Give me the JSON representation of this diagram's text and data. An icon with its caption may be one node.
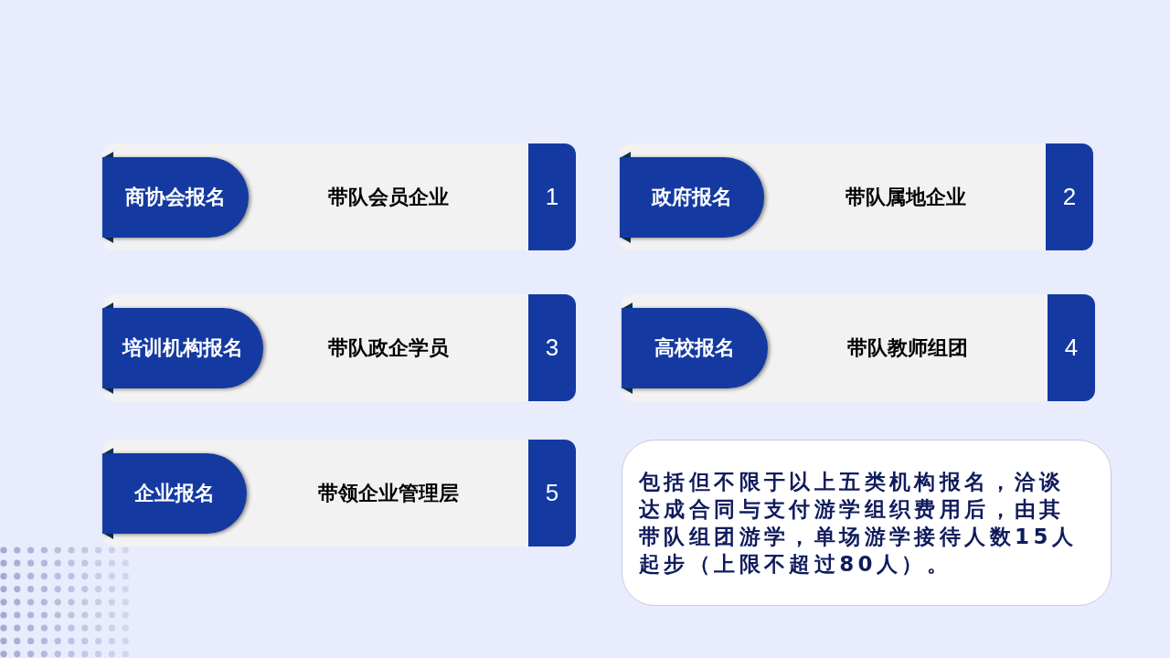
{
  "diagram": {
    "nodes": [
      {
        "text": [
          "带队会员企业"
        ]
      },
      {
        "text": [
          "商协会报名"
        ],
        "in": 0
      },
      {
        "text": [
          "1"
        ],
        "in": 0
      },
      {
        "text": [
          "带队属地企业"
        ]
      },
      {
        "text": [
          "政府报名"
        ],
        "in": 3
      },
      {
        "text": [
          "2"
        ],
        "in": 3
      },
      {
        "text": [
          "带队政企学员"
        ]
      },
      {
        "text": [
          "培训机构报名"
        ],
        "in": 6
      },
      {
        "text": [
          "3"
        ],
        "in": 6
      },
      {
        "text": [
          "带队教师组团"
        ]
      },
      {
        "text": [
          "高校报名"
        ],
        "in": 9
      },
      {
        "text": [
          "4"
        ],
        "in": 9
      },
      {
        "text": [
          "带领企业管理层"
        ]
      },
      {
        "text": [
          "企业报名"
        ],
        "in": 12
      },
      {
        "text": [
          "5"
        ],
        "in": 12
      },
      {
        "text": [
          "包括但不限于以上五类机构报名，洽谈达成合同与支付游学组织费用后，由其带队组团游学，单场游学接待人数15人起步（上限不超过80人）。"
        ]
      }
    ]
  }
}
